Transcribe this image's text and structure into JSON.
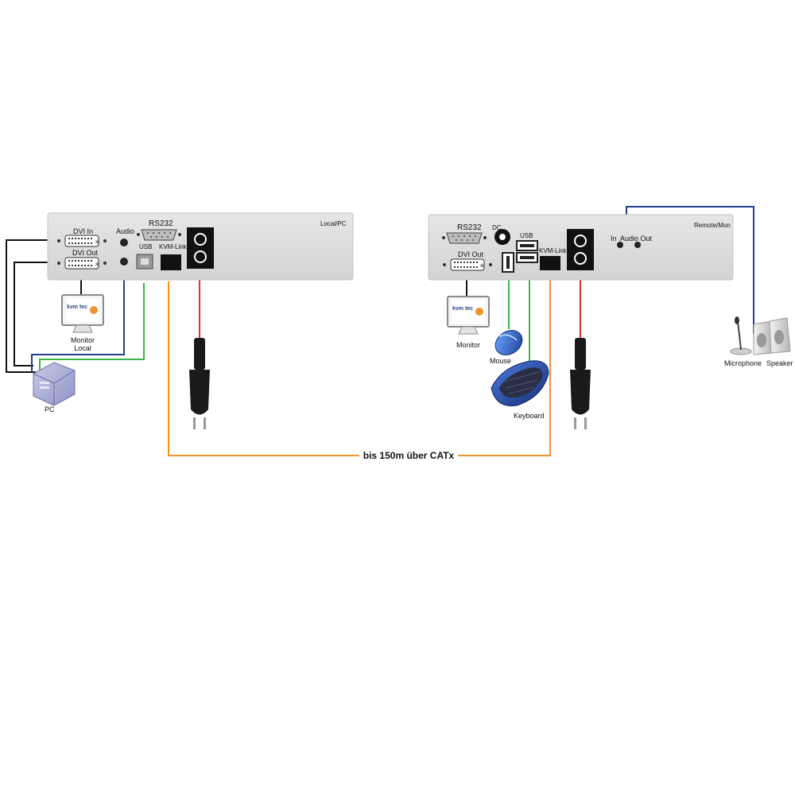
{
  "local_unit": {
    "title": "Local/PC",
    "dvi_in": "DVI In",
    "dvi_out": "DVI Out",
    "audio": "Audio",
    "rs232": "RS232",
    "usb": "USB",
    "kvm_link": "KVM-Link"
  },
  "remote_unit": {
    "title": "Remote/Mon",
    "rs232": "RS232",
    "dc": "DC",
    "usb": "USB",
    "dvi_out": "DVI Out",
    "kvm_link": "KVM-Link",
    "audio_in": "In",
    "audio_out": "Audio Out"
  },
  "devices": {
    "monitor_local_line1": "Monitor",
    "monitor_local_line2": "Local",
    "pc": "PC",
    "monitor_remote": "Monitor",
    "mouse": "Mouse",
    "keyboard": "Keyboard",
    "microphone": "Microphone",
    "speaker": "Speaker",
    "monitor_brand": "kvm tec"
  },
  "link": {
    "distance": "bis 150m über CATx"
  },
  "colors": {
    "cable_dvi": "#111111",
    "cable_audio": "#1f3f8f",
    "cable_usb": "#3cb54a",
    "cable_catx": "#f0922b",
    "cable_power": "#e0302a",
    "panel": "#dcdcdc"
  }
}
